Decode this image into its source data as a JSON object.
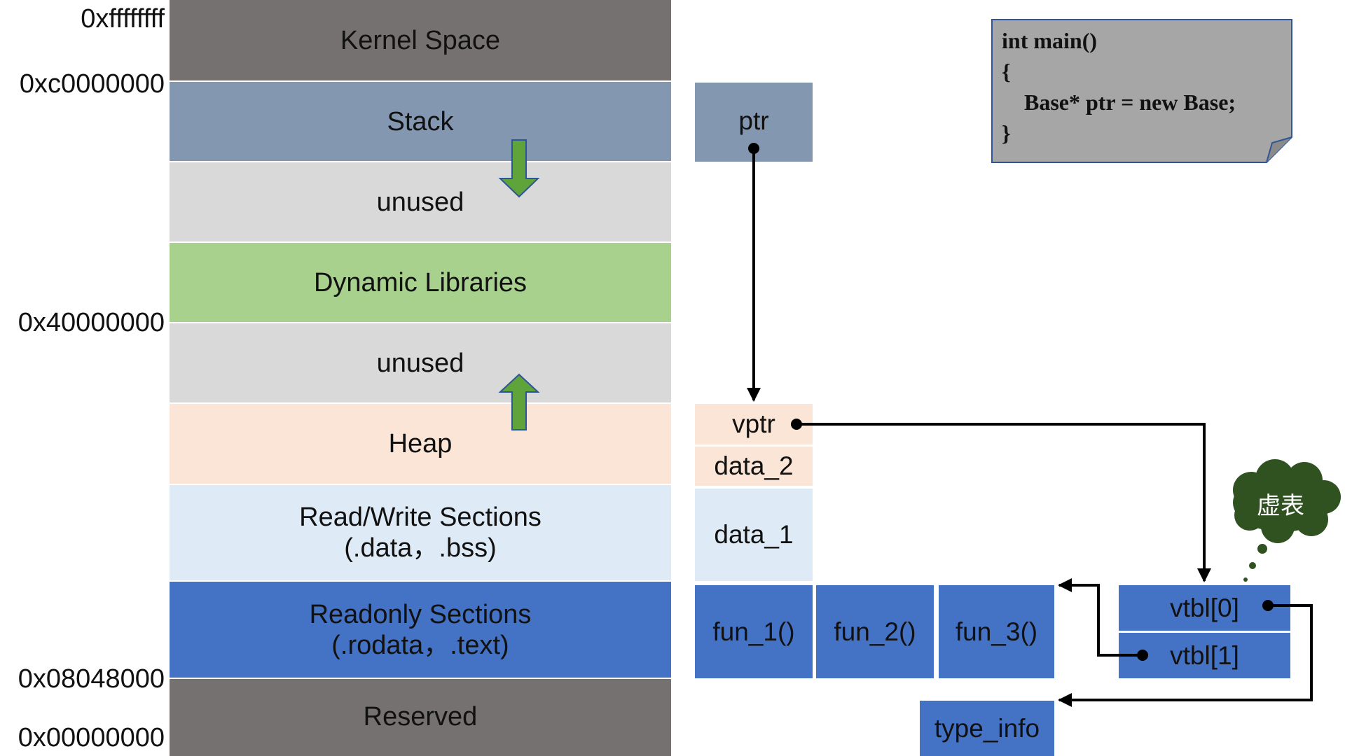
{
  "addresses": {
    "top": "0xffffffff",
    "kernel_start": "0xc0000000",
    "libs": "0x40000000",
    "text_start": "0x08048000",
    "bottom": "0x00000000"
  },
  "segments": {
    "kernel": "Kernel Space",
    "stack": "Stack",
    "unused_upper": "unused",
    "dynamic_libs": "Dynamic Libraries",
    "unused_lower": "unused",
    "heap": "Heap",
    "rw_line1": "Read/Write Sections",
    "rw_line2": "(.data，.bss)",
    "ro_line1": "Readonly Sections",
    "ro_line2": "(.rodata，.text)",
    "reserved": "Reserved"
  },
  "object": {
    "ptr": "ptr",
    "vptr": "vptr",
    "data_2": "data_2",
    "data_1": "data_1"
  },
  "functions": [
    "fun_1()",
    "fun_2()",
    "fun_3()"
  ],
  "vtable": {
    "entry0": "vtbl[0]",
    "entry1": "vtbl[1]",
    "type_info": "type_info"
  },
  "code": {
    "line1": "int main()",
    "line2": "{",
    "line3": "    Base* ptr = new Base;",
    "line4": "}"
  },
  "annotation": "虚表",
  "colors": {
    "kernel": "#767171",
    "stack": "#8497b0",
    "unused": "#d9d9d9",
    "dynamic_libs": "#a9d18e",
    "heap": "#fbe5d6",
    "rw": "#deebf7",
    "ro": "#4472c4",
    "reserved": "#767171",
    "arrow_green": "#5fa33b",
    "cloud": "#2f5220",
    "note": "#a6a6a6",
    "note_border": "#2f5597"
  }
}
